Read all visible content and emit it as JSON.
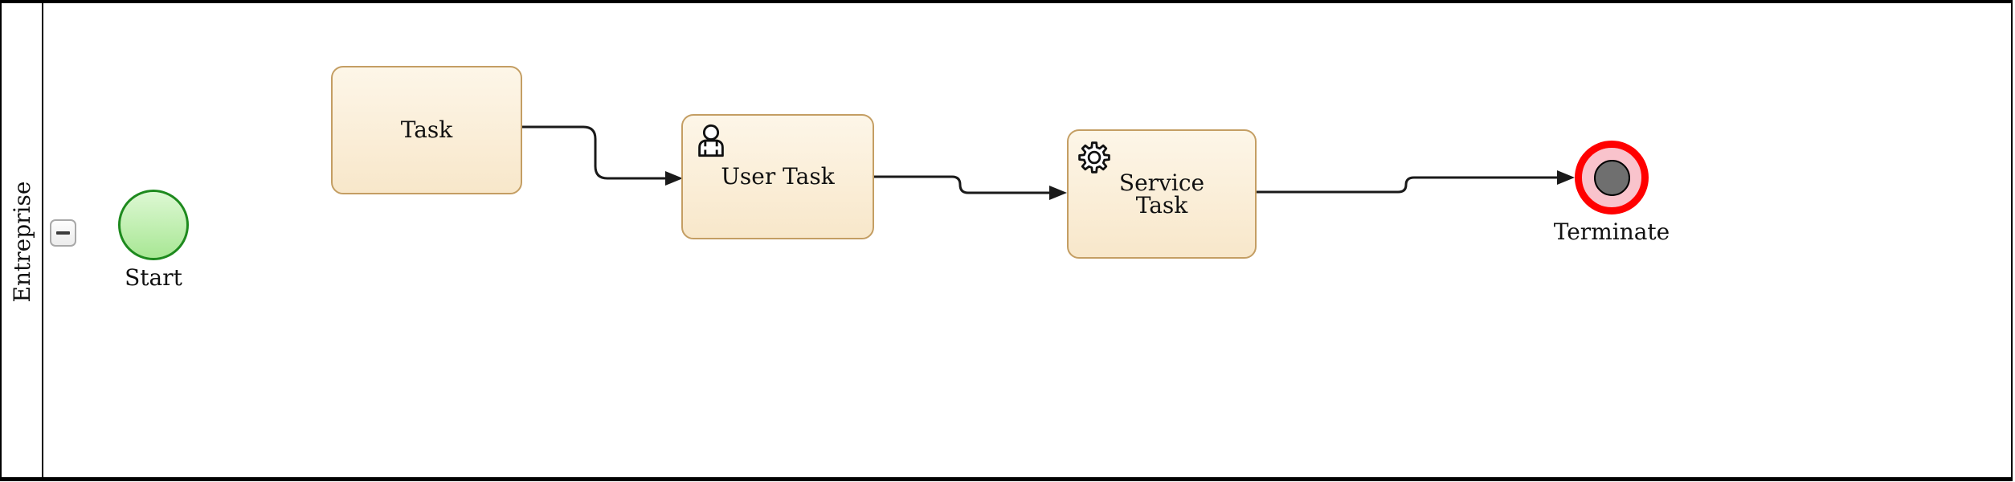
{
  "diagram": {
    "type": "bpmn-process",
    "pool": {
      "label": "Entreprise",
      "collapse_button": "minus"
    },
    "nodes": [
      {
        "id": "start",
        "type": "start-event",
        "label": "Start"
      },
      {
        "id": "task",
        "type": "task",
        "label": "Task"
      },
      {
        "id": "user-task",
        "type": "user-task",
        "label": "User Task",
        "icon": "person-icon"
      },
      {
        "id": "service-task",
        "type": "service-task",
        "label": "Service Task",
        "icon": "gear-icon"
      },
      {
        "id": "terminate",
        "type": "terminate-end-event",
        "label": "Terminate"
      }
    ],
    "flows": [
      {
        "from": "task",
        "to": "user-task"
      },
      {
        "from": "user-task",
        "to": "service-task"
      },
      {
        "from": "service-task",
        "to": "terminate"
      }
    ],
    "colors": {
      "task_border": "#c49e63",
      "task_fill_top": "#fdf6e8",
      "task_fill_bottom": "#f8e7ca",
      "start_border": "#1e8a1e",
      "start_fill_top": "#ddf8d3",
      "start_fill_bottom": "#a8e794",
      "terminate_ring": "#ff0000",
      "terminate_fill": "#f9c3cc",
      "terminate_core": "#6f6f6f",
      "flow_line": "#1a1a1a",
      "pool_border": "#000000"
    }
  }
}
